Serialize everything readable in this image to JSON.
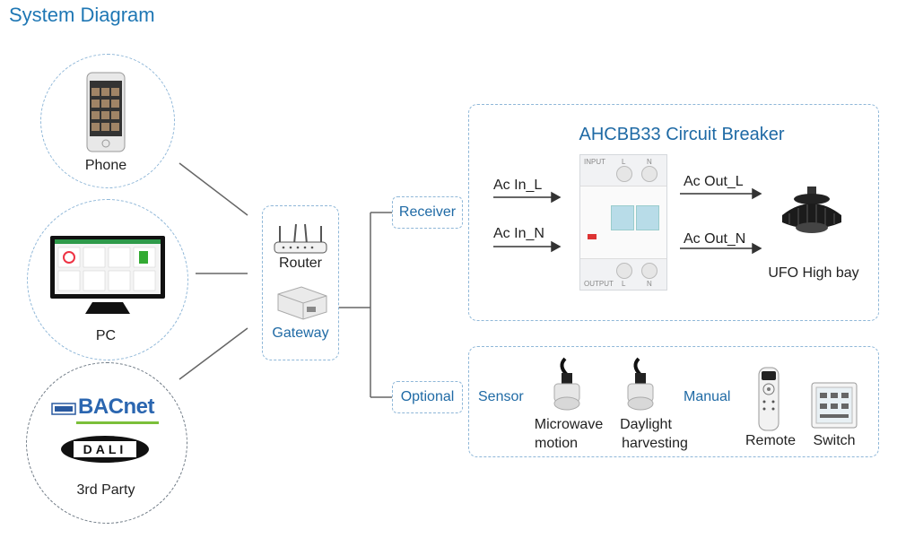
{
  "title": "System Diagram",
  "devices": {
    "phone": "Phone",
    "pc": "PC",
    "third_party": "3rd Party",
    "bacnet_logo": "BACnet",
    "dali_logo": "DALI"
  },
  "hub": {
    "router": "Router",
    "gateway": "Gateway"
  },
  "branches": {
    "receiver": "Receiver",
    "optional": "Optional"
  },
  "breaker": {
    "title": "AHCBB33 Circuit Breaker",
    "ac_in_l": "Ac In_L",
    "ac_in_n": "Ac In_N",
    "ac_out_l": "Ac Out_L",
    "ac_out_n": "Ac Out_N",
    "output": "UFO High bay",
    "panel_input": "INPUT",
    "panel_output": "OUTPUT",
    "pole_l": "L",
    "pole_n": "N"
  },
  "optional": {
    "sensor_label": "Sensor",
    "manual_label": "Manual",
    "microwave_1": "Microwave",
    "microwave_2": "motion",
    "daylight_1": "Daylight",
    "daylight_2": "harvesting",
    "remote": "Remote",
    "switch": "Switch"
  },
  "colors": {
    "accent": "#1f77b4",
    "dashed": "#8fb7d8",
    "line": "#666666"
  }
}
